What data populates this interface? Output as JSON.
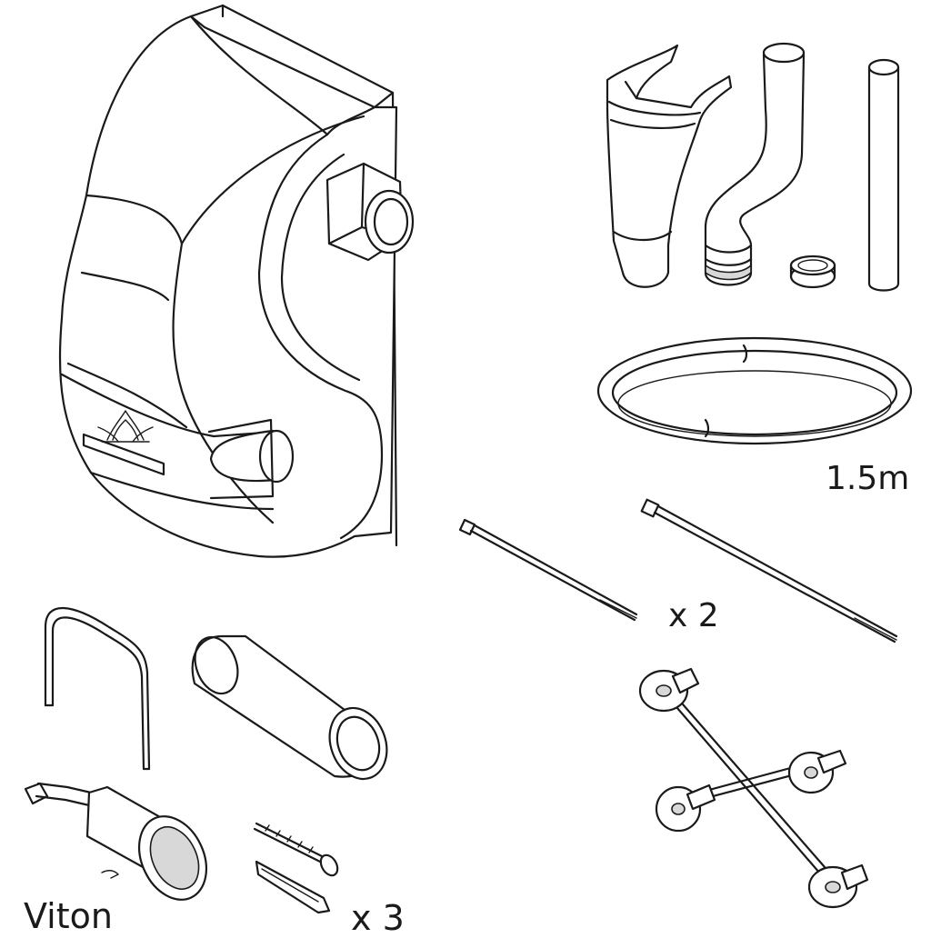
{
  "labels": {
    "tube_length": "1.5m",
    "cable_ties_qty": "x 2",
    "screws_qty": "x 3",
    "seal_material": "Viton"
  }
}
